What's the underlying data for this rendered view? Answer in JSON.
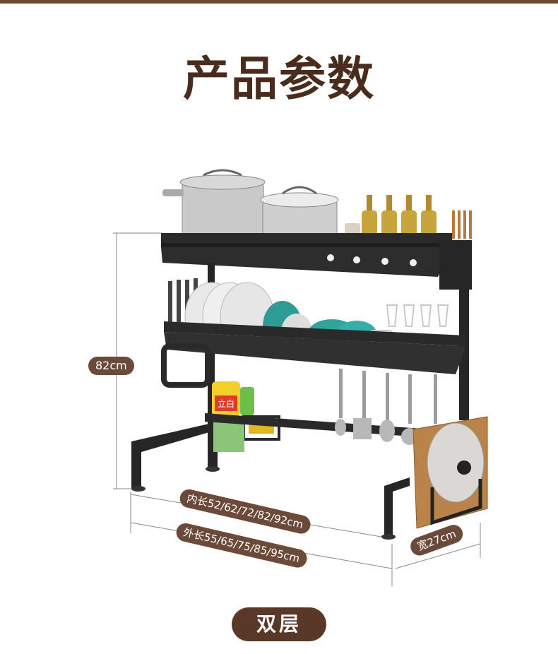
{
  "title": "产品参数",
  "dimensions": {
    "height_label": "82cm",
    "inner_length_label": "内长52/62/72/82/92cm",
    "outer_length_label": "外长55/65/75/85/95cm",
    "width_label": "宽27cm"
  },
  "bottom_label": "双层",
  "detergent_label": "立白",
  "icons": [
    "pot-icon",
    "oil-bottle-icon",
    "plate-icon",
    "glass-icon",
    "utensil-icon",
    "cutting-board-icon",
    "lid-icon"
  ],
  "colors": {
    "brown": "#4a2c1c",
    "pill": "#6b4a3a",
    "rack": "#2a2a2a"
  }
}
